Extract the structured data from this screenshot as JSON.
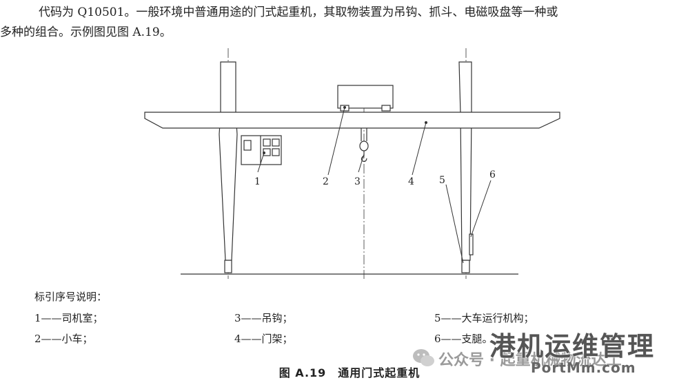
{
  "paragraph": {
    "line1": "代码为 Q10501。一般环境中普通用途的门式起重机，其取物装置为吊钩、抓斗、电磁吸盘等一种或",
    "line2": "多种的组合。示例图见图 A.19。"
  },
  "diagram": {
    "callouts": [
      "1",
      "2",
      "3",
      "4",
      "5",
      "6"
    ]
  },
  "legend": {
    "title": "标引序号说明：",
    "items": [
      {
        "number": "1",
        "label": "司机室；"
      },
      {
        "number": "2",
        "label": "小车；"
      },
      {
        "number": "3",
        "label": "吊钩；"
      },
      {
        "number": "4",
        "label": "门架；"
      },
      {
        "number": "5",
        "label": "大车运行机构；"
      },
      {
        "number": "6",
        "label": "支腿。"
      }
    ],
    "dash": "——"
  },
  "caption": "图 A.19　通用门式起重机",
  "watermark": {
    "account": "公众号 · 起重机械物流达工",
    "title": "港机运维管理",
    "site": "PortMm.com"
  }
}
